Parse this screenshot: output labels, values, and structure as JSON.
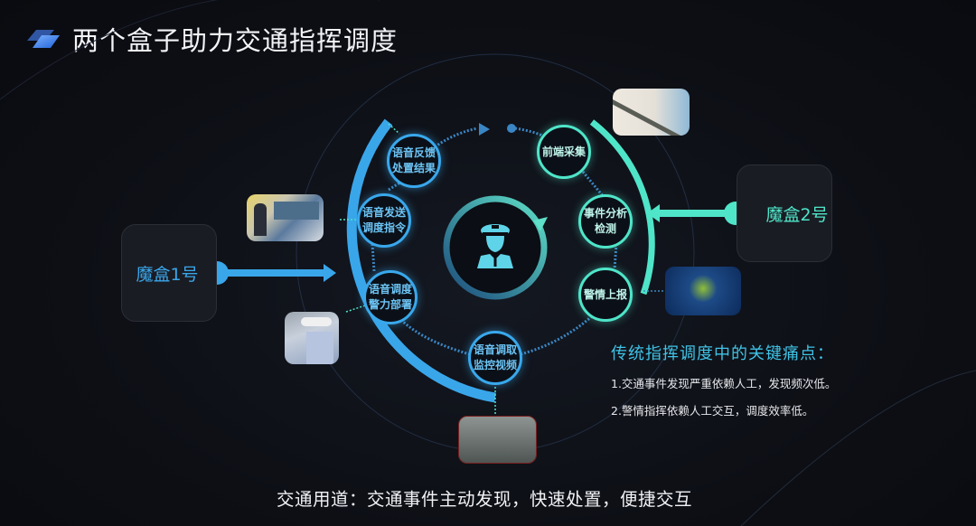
{
  "header": {
    "title": "两个盒子助力交通指挥调度",
    "logo_icon": "parallelogram-logo-icon"
  },
  "boxes": {
    "box1": {
      "label": "魔盒1号",
      "color": "#3aa6ea"
    },
    "box2": {
      "label": "魔盒2号",
      "color": "#4fe5c9"
    }
  },
  "center": {
    "icon": "traffic-police-officer-icon"
  },
  "left_nodes": [
    {
      "label": "语音反馈\n处置结果"
    },
    {
      "label": "语音发送\n调度指令"
    },
    {
      "label": "语音调度\n警力部署"
    },
    {
      "label": "语音调取\n监控视频"
    }
  ],
  "right_nodes": [
    {
      "label": "前端采集"
    },
    {
      "label": "事件分析\n检测"
    },
    {
      "label": "警情上报"
    }
  ],
  "photos": [
    {
      "name": "command-center-photo"
    },
    {
      "name": "traffic-police-photo"
    },
    {
      "name": "surveillance-cameras-photo"
    },
    {
      "name": "dashboard-map-photo"
    },
    {
      "name": "traffic-jam-photo"
    }
  ],
  "pain_points": {
    "title": "传统指挥调度中的关键痛点：",
    "items": [
      "1.交通事件发现严重依赖人工，发现频次低。",
      "2.警情指挥依赖人工交互，调度效率低。"
    ]
  },
  "footer": {
    "text": "交通用道：交通事件主动发现，快速处置，便捷交互"
  },
  "colors": {
    "blue": "#39a8ec",
    "teal": "#4fe5c9",
    "background": "#0d0f15"
  }
}
